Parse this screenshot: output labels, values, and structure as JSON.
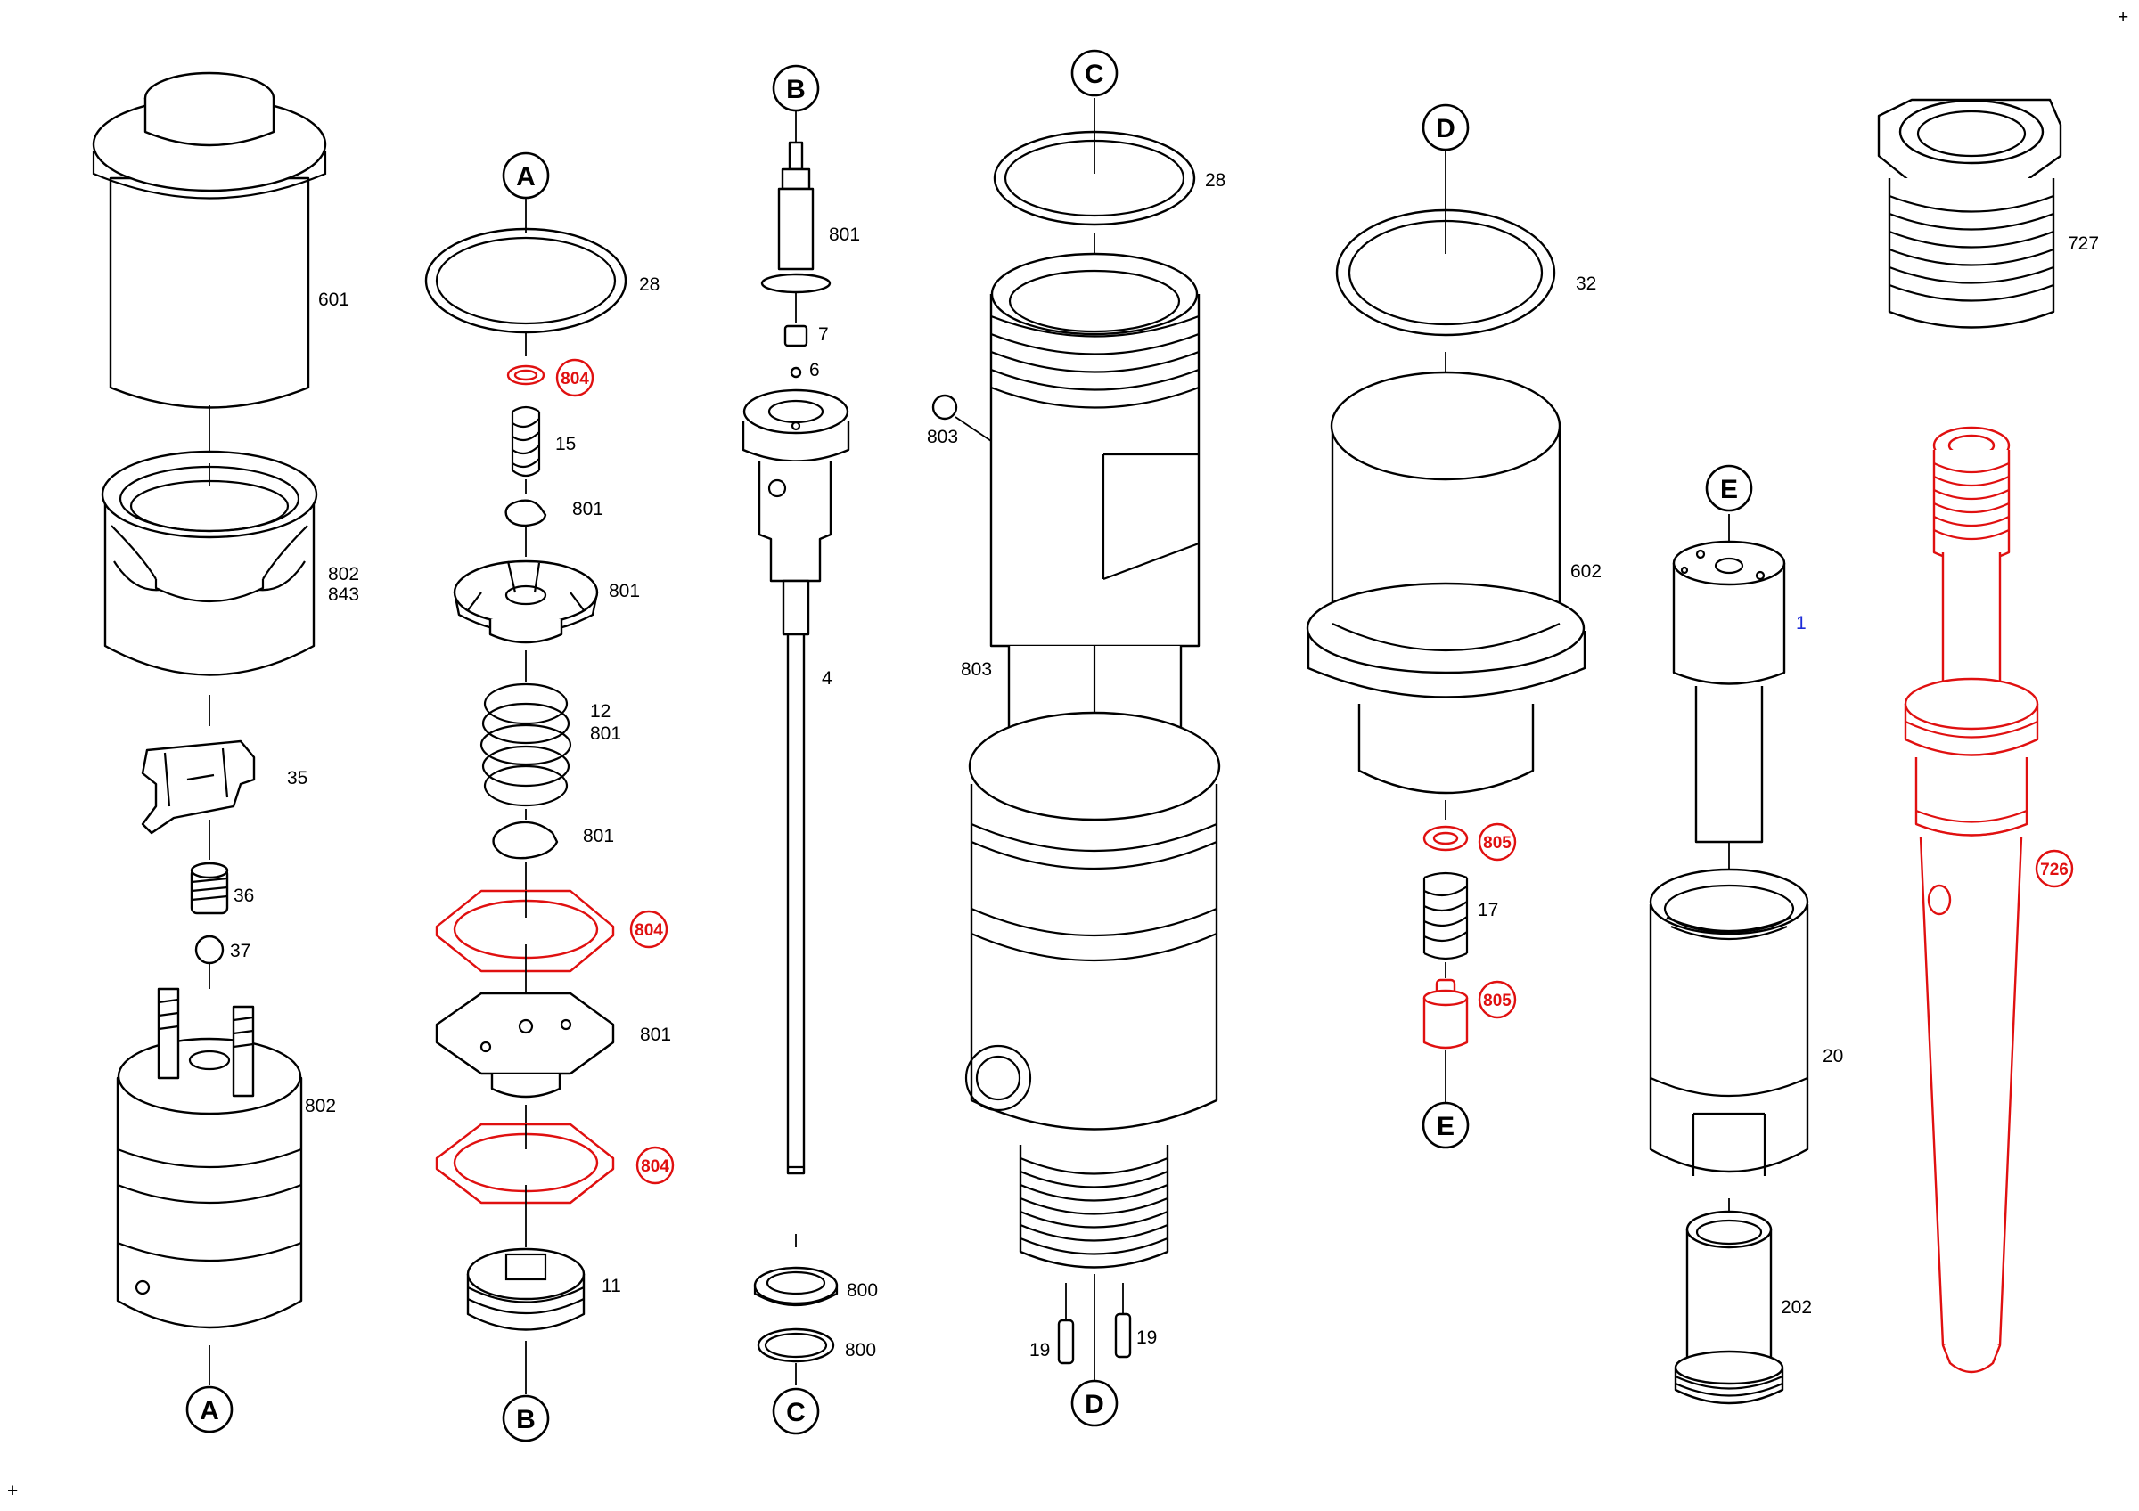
{
  "refs": {
    "A": "A",
    "B": "B",
    "C": "C",
    "D": "D",
    "E": "E"
  },
  "labels": {
    "p601": "601",
    "p802": "802",
    "p843": "843",
    "p35": "35",
    "p36": "36",
    "p37": "37",
    "p802b": "802",
    "p28a": "28",
    "p804a": "804",
    "p15": "15",
    "p801a": "801",
    "p801b": "801",
    "p12": "12",
    "p801c": "801",
    "p801d": "801",
    "p804b": "804",
    "p801e": "801",
    "p804c": "804",
    "p11": "11",
    "p801f": "801",
    "p7": "7",
    "p6": "6",
    "p4": "4",
    "p800a": "800",
    "p800b": "800",
    "p28b": "28",
    "p803a": "803",
    "p803b": "803",
    "p19a": "19",
    "p19b": "19",
    "p32": "32",
    "p602": "602",
    "p805a": "805",
    "p17": "17",
    "p805b": "805",
    "p1": "1",
    "p20": "20",
    "p202": "202",
    "p727": "727",
    "p726": "726"
  },
  "marks": {
    "corner_top": "+",
    "corner_bottom": "+"
  },
  "colors": {
    "line": "#000000",
    "highlight": "#e01010",
    "blue_label": "#1d2bd8",
    "background": "#ffffff"
  }
}
